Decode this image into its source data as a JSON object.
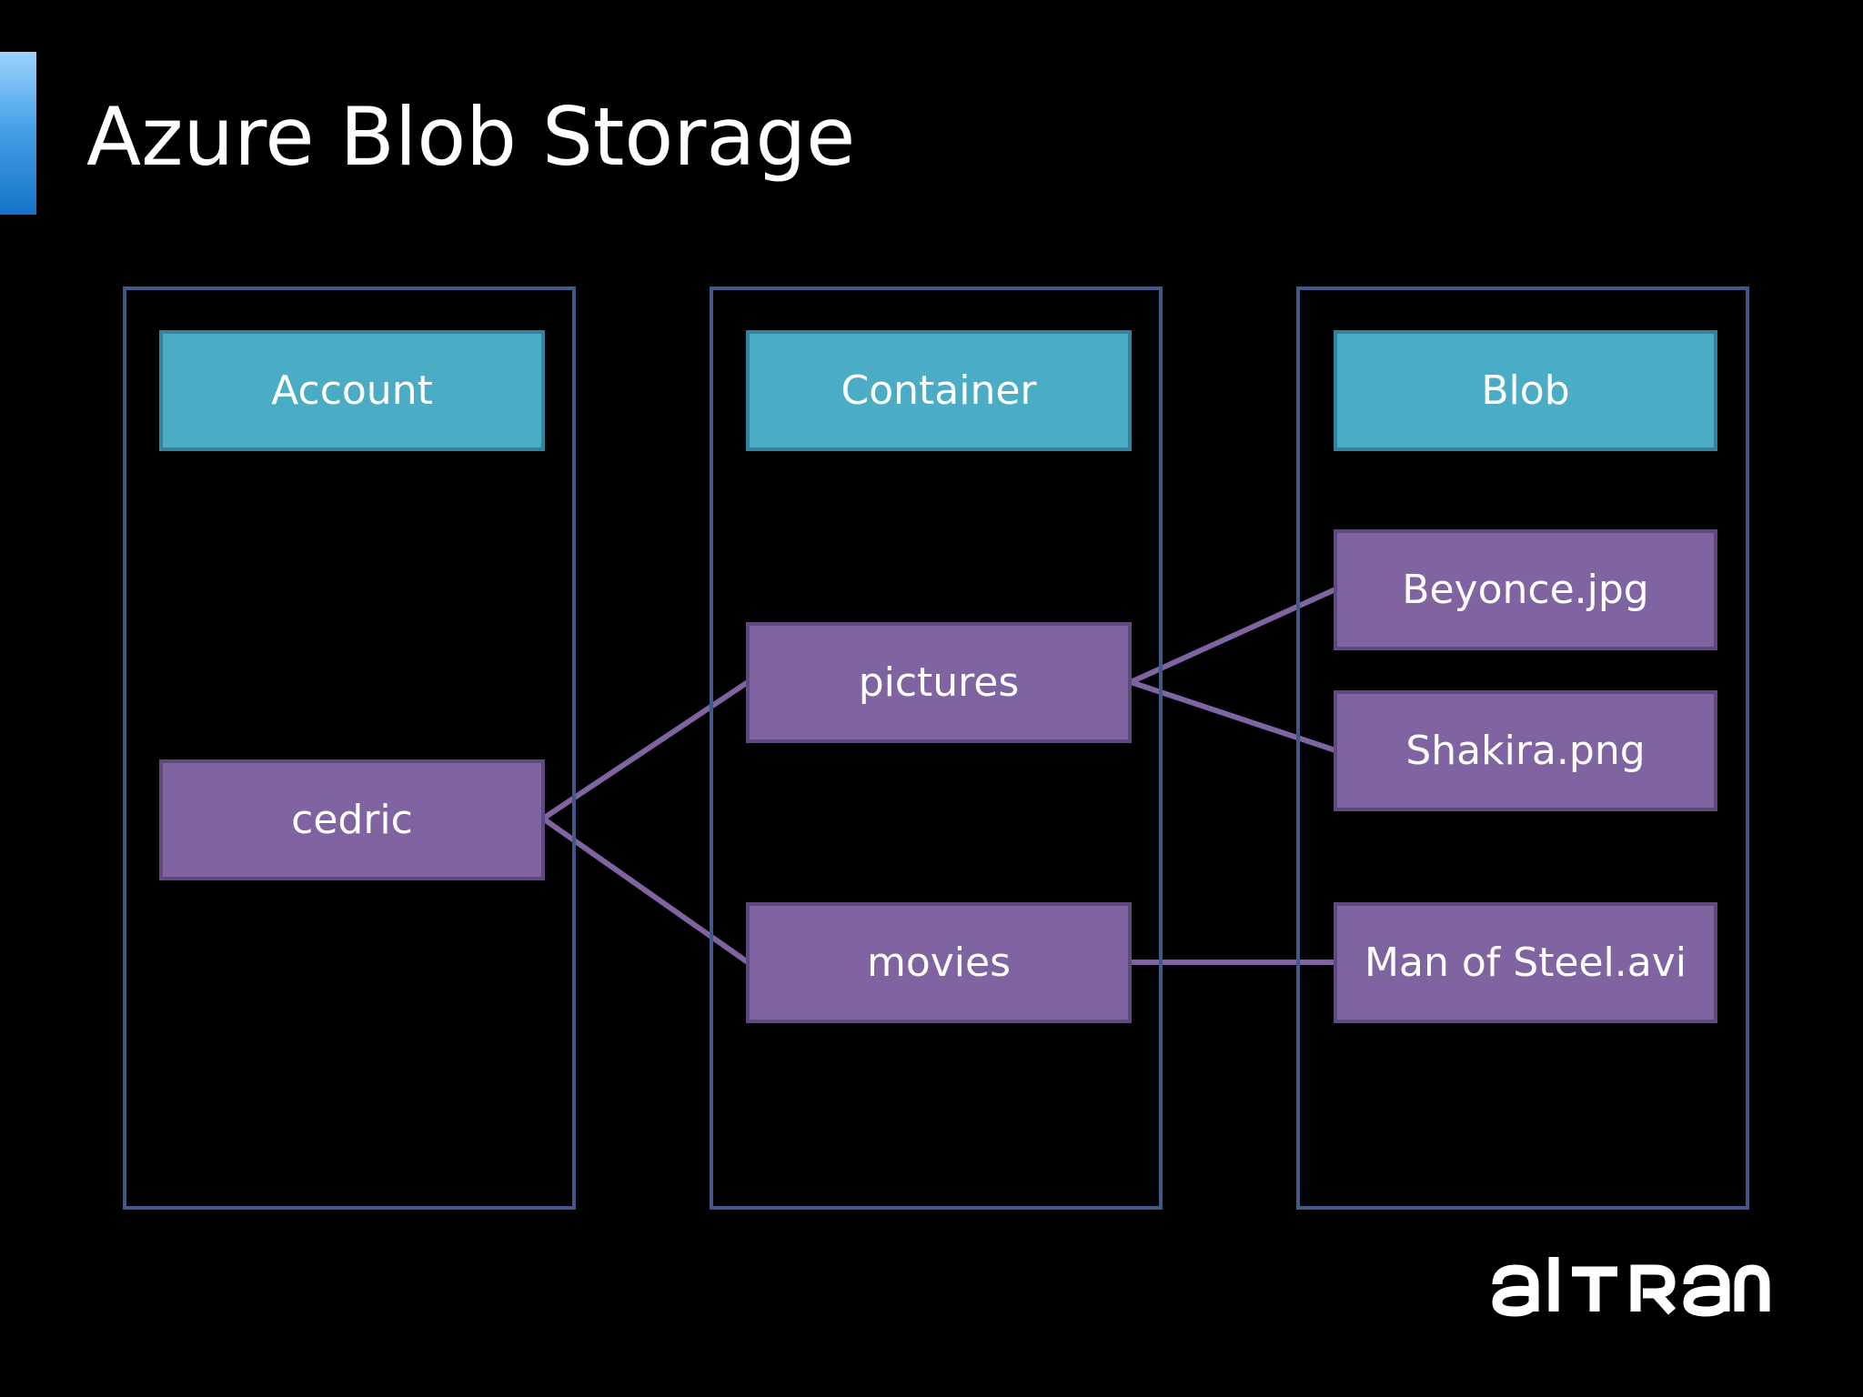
{
  "slide": {
    "title": "Azure Blob Storage"
  },
  "columns": [
    {
      "header": "Account"
    },
    {
      "header": "Container"
    },
    {
      "header": "Blob"
    }
  ],
  "nodes": {
    "account": "cedric",
    "containers": [
      "pictures",
      "movies"
    ],
    "blobs": [
      "Beyonce.jpg",
      "Shakira.png",
      "Man of Steel.avi"
    ]
  },
  "connections": [
    {
      "from": "cedric",
      "to": "pictures"
    },
    {
      "from": "cedric",
      "to": "movies"
    },
    {
      "from": "pictures",
      "to": "Beyonce.jpg"
    },
    {
      "from": "pictures",
      "to": "Shakira.png"
    },
    {
      "from": "movies",
      "to": "Man of Steel.avi"
    }
  ],
  "logo": {
    "text": "altran",
    "color": "#ffffff"
  },
  "colors": {
    "background": "#000000",
    "header_fill": "#4bacc6",
    "node_fill": "#8064a2",
    "column_border": "#3f5a8a",
    "connector": "#8064a2"
  }
}
